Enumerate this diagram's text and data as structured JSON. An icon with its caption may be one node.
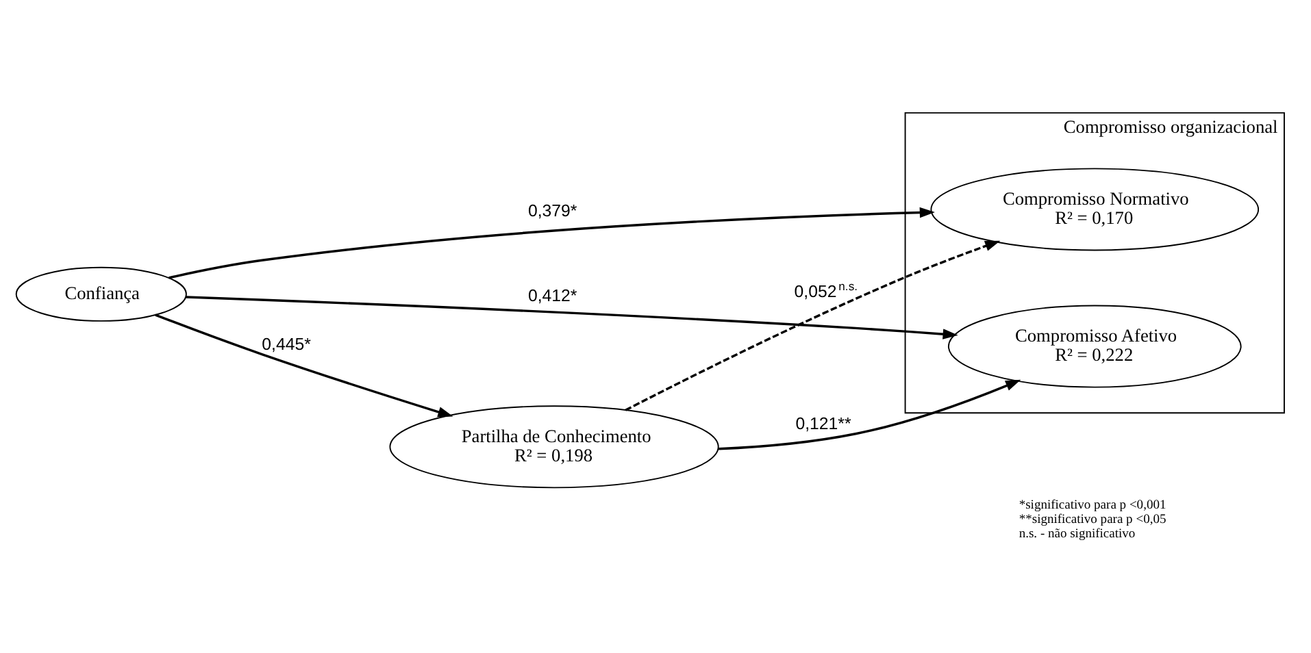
{
  "diagram": {
    "nodes": [
      {
        "text": [
          "Confiança"
        ]
      },
      {
        "text": [
          "Compromisso organizacional"
        ]
      },
      {
        "text": [
          "Compromisso Afetivo",
          "R² = 0,222"
        ],
        "in": 1
      },
      {
        "text": [
          "Compromisso Normativo",
          "R² = 0,170"
        ],
        "in": 1
      },
      {
        "text": [
          "Partilha de Conhecimento",
          "R² = 0,198"
        ]
      }
    ],
    "edges": [
      {
        "from": 0,
        "to": 2,
        "arrow": "to",
        "label": "0,412*"
      },
      {
        "from": 0,
        "to": 3,
        "arrow": "to",
        "label": "0,379*"
      },
      {
        "from": 0,
        "to": 4,
        "arrow": "to",
        "label": "0,445*"
      },
      {
        "from": 4,
        "to": 2,
        "arrow": "to",
        "label": "0,121**"
      },
      {
        "from": 4,
        "to": 3,
        "arrow": "to",
        "label": "0,052$^{n.s.}$",
        "style": "dashed"
      }
    ],
    "labels": [
      "*significativo para p <0,001",
      "**significativo para p <0,05",
      "n.s. - não significativo"
    ]
  }
}
